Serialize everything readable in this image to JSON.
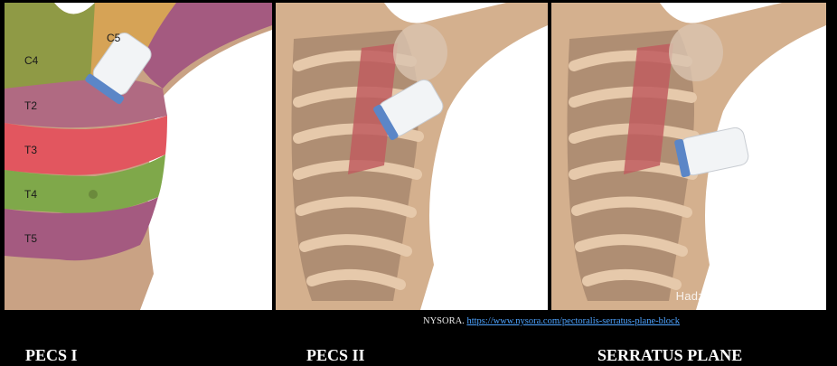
{
  "panels": [
    {
      "dermatomes": [
        "C5",
        "C4",
        "T2",
        "T3",
        "T4",
        "T5"
      ],
      "colors": {
        "C4": "#8f9a45",
        "C5": "#d6a356",
        "T2": "#b06a82",
        "T3": "#e2565f",
        "T4": "#7fa84a",
        "T5": "#a45a80"
      }
    },
    {},
    {
      "watermark": "Hadzic Lancea/ NYSORA"
    }
  ],
  "credit": {
    "source": "NYSORA.",
    "link": "https://www.nysora.com/pectoralis-serratus-plane-block"
  },
  "labels": [
    "PECS I",
    "PECS II",
    "SERRATUS PLANE"
  ]
}
